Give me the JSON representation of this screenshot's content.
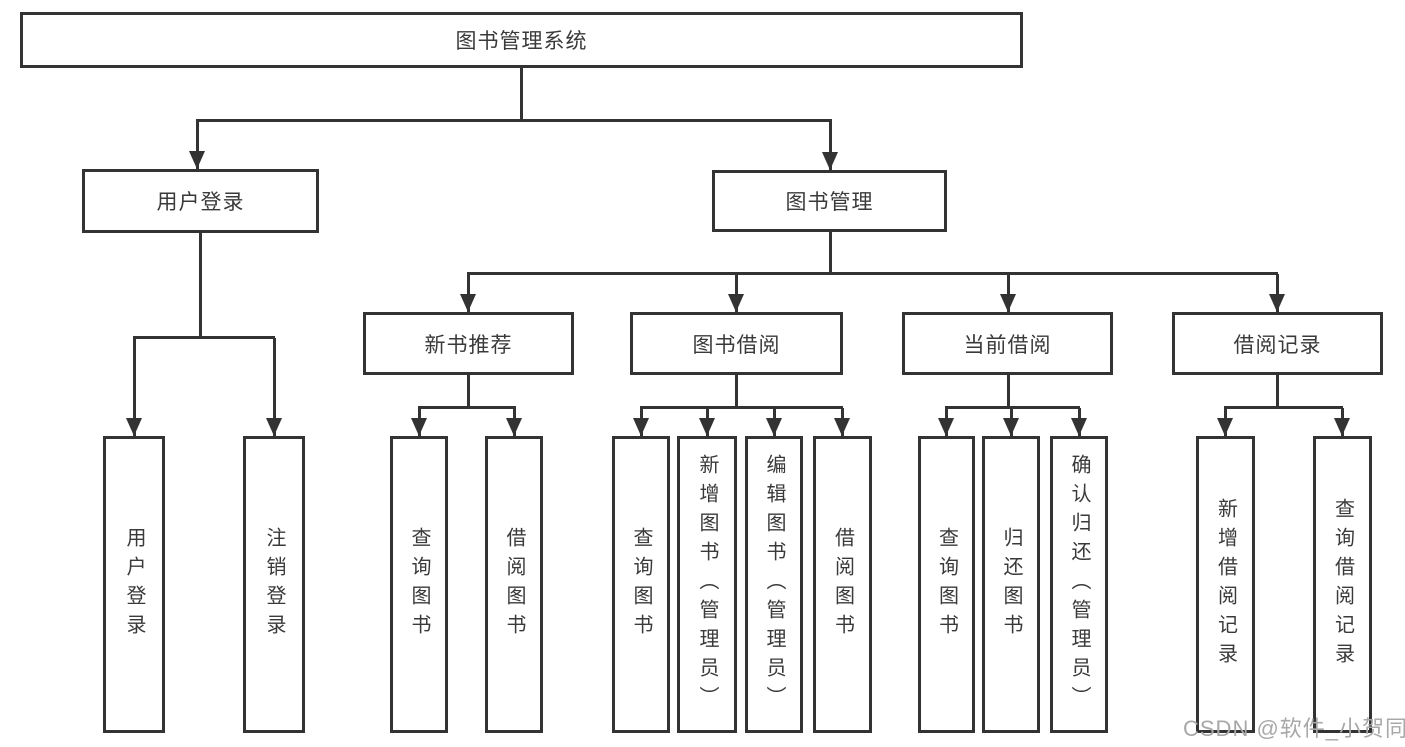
{
  "diagram": {
    "title": "图书管理系统",
    "root": {
      "label": "图书管理系统"
    },
    "level2": [
      {
        "label": "用户登录"
      },
      {
        "label": "图书管理"
      }
    ],
    "level3": [
      {
        "label": "新书推荐"
      },
      {
        "label": "图书借阅"
      },
      {
        "label": "当前借阅"
      },
      {
        "label": "借阅记录"
      }
    ],
    "groups": [
      {
        "parent": "用户登录",
        "children": [
          "用户登录",
          "注销登录"
        ]
      },
      {
        "parent": "新书推荐",
        "children": [
          "查询图书",
          "借阅图书"
        ]
      },
      {
        "parent": "图书借阅",
        "children": [
          "查询图书",
          "新增图书（管理员）",
          "编辑图书（管理员）",
          "借阅图书"
        ]
      },
      {
        "parent": "当前借阅",
        "children": [
          "查询图书",
          "归还图书",
          "确认归还（管理员）"
        ]
      },
      {
        "parent": "借阅记录",
        "children": [
          "新增借阅记录",
          "查询借阅记录"
        ]
      }
    ]
  },
  "watermark": {
    "text": "CSDN @软件_小贺同学"
  },
  "colors": {
    "line": "#333333",
    "text": "#3a3a3a",
    "background": "#ffffff",
    "watermark": "#a8a8a8"
  }
}
